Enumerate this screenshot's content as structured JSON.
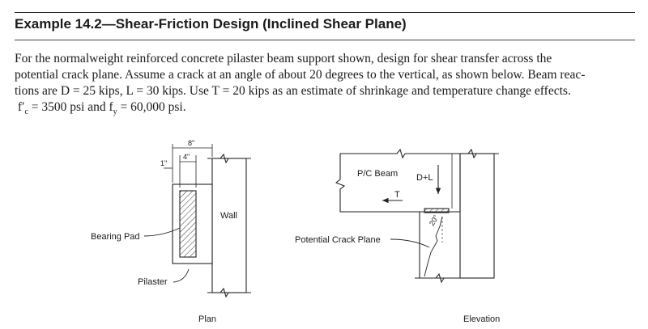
{
  "heading": "Example 14.2—Shear-Friction Design (Inclined Shear Plane)",
  "body": {
    "line1": "For the normalweight reinforced concrete pilaster beam support shown, design for shear transfer across the",
    "line2": "potential crack plane. Assume a crack at an angle of about 20 degrees to the vertical, as shown below. Beam reac-",
    "line3": "tions are D = 25 kips, L = 30 kips. Use T = 20 kips as an estimate of shrinkage and temperature change effects.",
    "fc_symbol": "f′",
    "fc_sub": "c",
    "fc_rest": " = 3500 psi and f",
    "fy_sub": "y",
    "fy_rest": " = 60,000 psi."
  },
  "plan": {
    "dim_8": "8\"",
    "dim_4": "4\"",
    "dim_1": "1\"",
    "wall_label": "Wall",
    "bearing_pad_label": "Bearing Pad",
    "pilaster_label": "Pilaster",
    "caption": "Plan"
  },
  "elevation": {
    "beam_label": "P/C Beam",
    "load_label": "D+L",
    "tension_label": "T",
    "angle_label": "20°",
    "crack_label": "Potential Crack Plane",
    "caption": "Elevation"
  }
}
